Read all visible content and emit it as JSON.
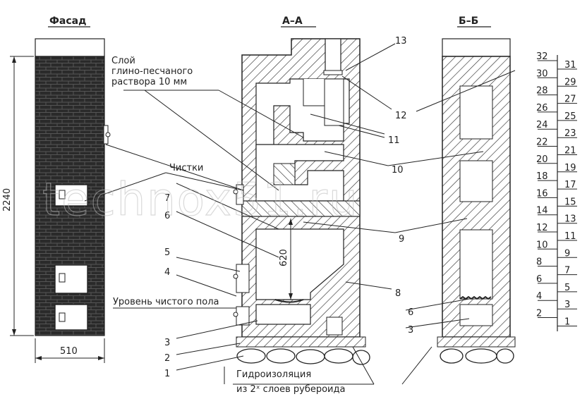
{
  "titles": {
    "facade": "Фасад",
    "section_aa": "А–А",
    "section_bb": "Б–Б"
  },
  "dimensions": {
    "height": "2240",
    "width": "510",
    "firebox": "620"
  },
  "notes": {
    "clay_layer": [
      "Слой",
      "глино-песчаного",
      "раствора 10 мм"
    ],
    "cleanouts": "Чистки",
    "floor_level": "Уровень чистого пола",
    "waterproofing": [
      "Гидроизоляция",
      "из 2ˣ слоев рубероида"
    ]
  },
  "callouts": [
    "1",
    "2",
    "3",
    "4",
    "5",
    "6",
    "7",
    "8",
    "9",
    "10",
    "11",
    "12",
    "13"
  ],
  "row_scale": {
    "left": [
      "32",
      "30",
      "28",
      "26",
      "24",
      "22",
      "20",
      "18",
      "16",
      "14",
      "12",
      "10",
      "8",
      "6",
      "4",
      "2"
    ],
    "right": [
      "31",
      "29",
      "27",
      "25",
      "23",
      "21",
      "19",
      "17",
      "15",
      "13",
      "11",
      "9",
      "7",
      "5",
      "3",
      "1"
    ]
  },
  "watermark": "technox51.ru"
}
